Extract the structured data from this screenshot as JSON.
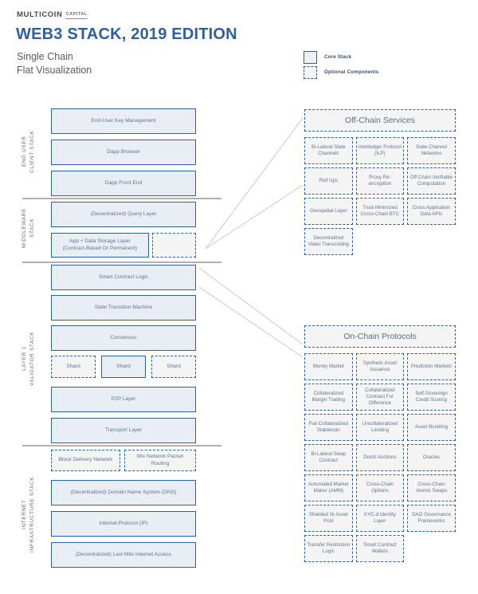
{
  "brand": {
    "name": "MULTICOIN",
    "suffix": "CAPITAL"
  },
  "header": {
    "title": "WEB3 STACK, 2019 EDITION",
    "subtitle": "Single Chain\nFlat Visualization"
  },
  "legend": {
    "core_label": "Core Stack",
    "optional_label": "Optional Components"
  },
  "colors": {
    "accent": "#2f5f9e",
    "title": "#2f5f9e",
    "box_fill": "#e9edf4",
    "optional_fill": "#f4f4f4",
    "text": "#64748f",
    "divider": "#b0b0b0"
  },
  "sections": [
    {
      "label": "END USER\nCLIENT STACK"
    },
    {
      "label": "MIDDLEWARE\nSTACK"
    },
    {
      "label": "LAYER 1\nVALIDATOR STACK"
    },
    {
      "label": "INTERNET\nINFRASTRUCTURE STACK"
    }
  ],
  "left_stack": {
    "end_user": [
      {
        "label": "End-User Key Management",
        "type": "core"
      },
      {
        "label": "Dapp Browser",
        "type": "core"
      },
      {
        "label": "Dapp Front End",
        "type": "core"
      }
    ],
    "middleware": [
      {
        "label": "(Decentralized) Query Layer",
        "type": "core"
      }
    ],
    "middleware_split": {
      "main": {
        "label": "App + Data Storage Layer\n(Contract-Based Or Permanent)",
        "type": "core"
      },
      "optional": {
        "label": "",
        "type": "optional"
      }
    },
    "layer1": [
      {
        "label": "Smart Contract Logic",
        "type": "core"
      },
      {
        "label": "State Transition Machine",
        "type": "core"
      },
      {
        "label": "Consensus",
        "type": "core"
      }
    ],
    "shards": [
      {
        "label": "Shard",
        "type": "optional"
      },
      {
        "label": "Shard",
        "type": "core"
      },
      {
        "label": "Shard",
        "type": "optional"
      }
    ],
    "layer1_lower": [
      {
        "label": "P2P Layer",
        "type": "core"
      },
      {
        "label": "Transport Layer",
        "type": "core"
      }
    ],
    "internet_optional": [
      {
        "label": "Block Delivery Network",
        "type": "optional"
      },
      {
        "label": "Mix Network Packet Routing",
        "type": "optional"
      }
    ],
    "internet": [
      {
        "label": "(Decentralized) Domain Name System (DNS)",
        "type": "core"
      },
      {
        "label": "Internet Protocol (IP)",
        "type": "core"
      },
      {
        "label": "(Decentralized) Last Mile Internet Access",
        "type": "core"
      }
    ]
  },
  "off_chain": {
    "title": "Off-Chain Services",
    "items": [
      "Bi-Lateral State Channels",
      "Interledger Protocol (ILP)",
      "State Channel Networks",
      "Roll Ups",
      "Proxy Re-encryption",
      "Off Chain Verifiable Computation",
      "Geospatial Layer",
      "Trust-Minimized Cross-Chain BTC",
      "Cross Application Data APIs",
      "Decentralized Video Transcoding"
    ]
  },
  "on_chain": {
    "title": "On-Chain Protocols",
    "items": [
      "Money Market",
      "Synthetic Asset Issuance",
      "Prediction Markets",
      "Collateralized Margin Trading",
      "Collateralized Contract For Difference",
      "Self-Sovereign Credit Scoring",
      "Fiat Collateralized Stablecoin",
      "Uncollateralized Lending",
      "Asset Bundling",
      "Bi-Lateral Swap Contract",
      "Dutch Auctions",
      "Oracles",
      "Automated Market Maker (AMM)",
      "Cross-Chain Options",
      "Cross-Chain Atomic Swaps",
      "Shielded zk Asset Pool",
      "KYC-d Identity Layer",
      "DAO Governance Frameworks",
      "Transfer Restriction Logic",
      "Smart Contract Wallets"
    ]
  }
}
